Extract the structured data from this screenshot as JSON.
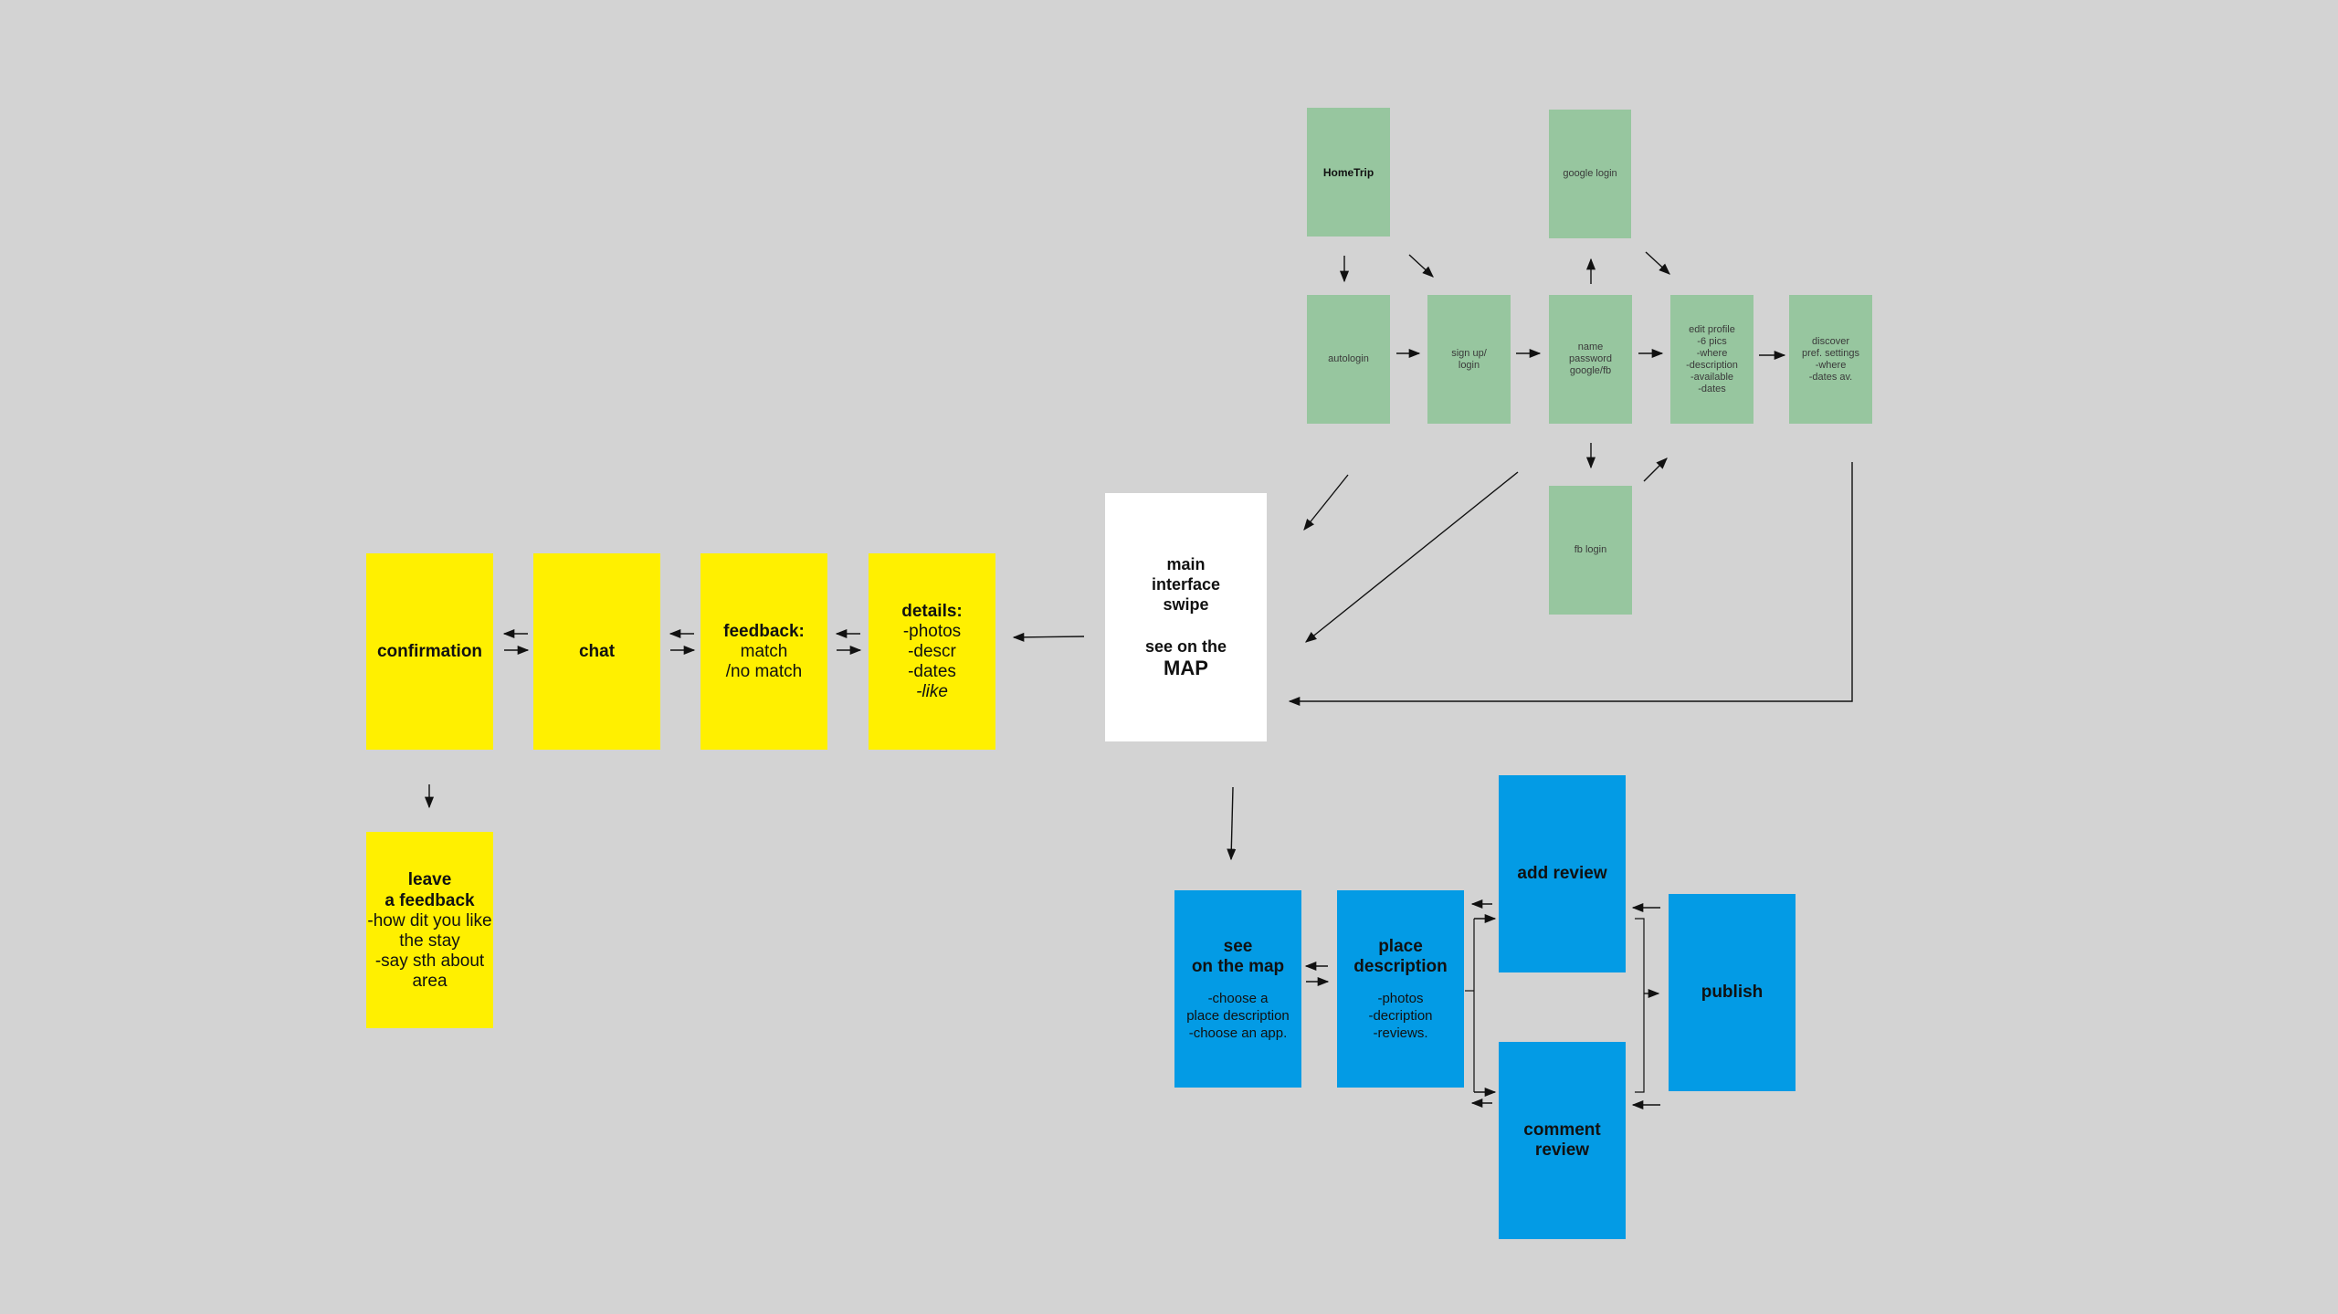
{
  "nodes": {
    "hometrip": {
      "title": "HomeTrip"
    },
    "google_login": {
      "lines": [
        "google login"
      ]
    },
    "autologin": {
      "lines": [
        "autologin"
      ]
    },
    "signup_login": {
      "lines": [
        "sign up/",
        "login"
      ]
    },
    "name_password": {
      "lines": [
        "name",
        "password",
        "google/fb"
      ]
    },
    "edit_profile": {
      "lines": [
        "edit profile",
        "-6 pics",
        "-where",
        "-description",
        "-available",
        "-dates"
      ]
    },
    "discover": {
      "lines": [
        "discover",
        "pref. settings",
        "-where",
        "-dates av."
      ]
    },
    "fb_login": {
      "lines": [
        "fb login"
      ]
    },
    "main_interface": {
      "title_lines": [
        "main",
        "interface",
        "swipe"
      ],
      "sub": "see on the",
      "big": "MAP"
    },
    "confirmation": {
      "title": "confirmation"
    },
    "chat": {
      "title": "chat"
    },
    "feedback": {
      "title": "feedback:",
      "lines": [
        "match",
        "/no match"
      ]
    },
    "details": {
      "title": "details:",
      "lines": [
        "-photos",
        "-descr",
        "-dates"
      ],
      "italic": "-like"
    },
    "leave_feedback": {
      "title_lines": [
        "leave",
        "a feedback"
      ],
      "lines": [
        "-how dit you like",
        "the stay",
        "-say sth about",
        "area"
      ]
    },
    "see_on_map": {
      "title_lines": [
        "see",
        "on the map"
      ],
      "lines": [
        "-choose a",
        "place description",
        "-choose an app."
      ]
    },
    "place_description": {
      "title_lines": [
        "place",
        "description"
      ],
      "lines": [
        "-photos",
        "-decription",
        "-reviews."
      ]
    },
    "add_review": {
      "title": "add review"
    },
    "comment_review": {
      "title_lines": [
        "comment",
        "review"
      ]
    },
    "publish": {
      "title": "publish"
    }
  },
  "colors": {
    "background": "#d3d3d3",
    "green": "#97c69f",
    "yellow": "#fff000",
    "white": "#ffffff",
    "blue": "#039be5",
    "line": "#111111"
  }
}
